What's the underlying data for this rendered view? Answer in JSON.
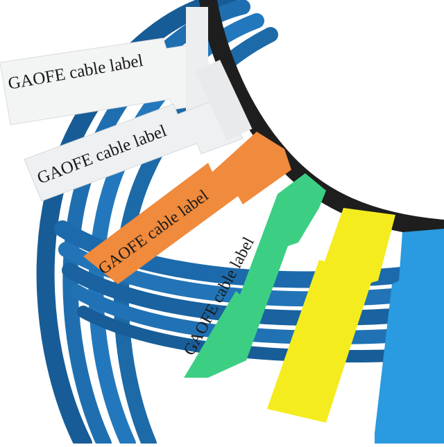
{
  "product": {
    "brand": "GAOFE",
    "item": "cable label"
  },
  "colors": {
    "background": "#ffffff",
    "cable": "#1f6fb0",
    "cable_dark": "#14507f",
    "cable_highlight": "#5aa6dc",
    "core_wire": "#1e1e1e"
  },
  "labels": [
    {
      "color_name": "white",
      "fill": "#f3f4f4",
      "text": "GAOFE cable label"
    },
    {
      "color_name": "white",
      "fill": "#eef0f1",
      "text": "GAOFE cable label"
    },
    {
      "color_name": "orange",
      "fill": "#f08a3c",
      "text": "GAOFE cable label"
    },
    {
      "color_name": "green",
      "fill": "#3ccf84",
      "text": "GAOFE cable label"
    },
    {
      "color_name": "yellow",
      "fill": "#f4ec1e",
      "text": ""
    },
    {
      "color_name": "blue",
      "fill": "#2a9be0",
      "text": ""
    }
  ]
}
